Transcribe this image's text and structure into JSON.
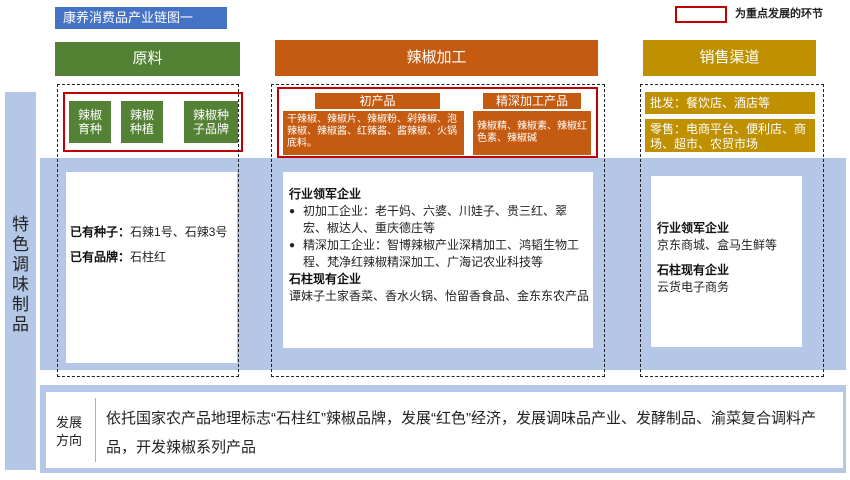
{
  "title": "康养消费品产业链图一",
  "legend": {
    "text": "为重点发展的环节"
  },
  "columns": {
    "raw": "原料",
    "processing": "辣椒加工",
    "sales": "销售渠道"
  },
  "side_label": [
    "特",
    "色",
    "调",
    "味",
    "制",
    "品"
  ],
  "raw_tiles": [
    {
      "line1": "辣椒",
      "line2": "育种"
    },
    {
      "line1": "辣椒",
      "line2": "种植"
    },
    {
      "line1": "辣椒种",
      "line2": "子品牌"
    }
  ],
  "processing_top": {
    "primary_label": "初产品",
    "primary_text": "干辣椒、辣椒片、辣椒粉、剁辣椒、泡辣椒、辣椒酱、红辣酱、酱辣椒、火锅底料。",
    "deep_label": "精深加工产品",
    "deep_text": "辣椒精、辣椒素、辣椒红色素、辣椒碱"
  },
  "sales_top": {
    "wholesale": "批发：餐饮店、酒店等",
    "retail": "零售：电商平台、便利店、商场、超市、农贸市场"
  },
  "raw_card": {
    "seeds_label": "已有种子：",
    "seeds_value": "石辣1号、石辣3号",
    "brand_label": "已有品牌：",
    "brand_value": "石柱红"
  },
  "processing_card": {
    "leaders_title": "行业领军企业",
    "items": [
      "初加工企业：老干妈、六婆、川娃子、贵三红、翠宏、椒达人、重庆德庄等",
      "精深加工企业：智博辣椒产业深精加工、鸿韬生物工程、梵净红辣椒精深加工、广海记农业科技等"
    ],
    "existing_title": "石柱现有企业",
    "existing_text": "谭妹子土家香菜、香水火锅、怡留香食品、金东东农产品"
  },
  "sales_card": {
    "leaders_title": "行业领军企业",
    "leaders_text": "京东商城、盒马生鲜等",
    "existing_title": "石柱现有企业",
    "existing_text": "云货电子商务"
  },
  "direction": {
    "label_line1": "发展",
    "label_line2": "方向",
    "text": "依托国家农产品地理标志“石柱红”辣椒品牌，发展“红色”经济，发展调味品产业、发酵制品、渝菜复合调料产品，开发辣椒系列产品"
  },
  "colors": {
    "title_blue": "#4472c4",
    "raw_green": "#548235",
    "processing_orange": "#c55a11",
    "sales_gold": "#bf9000",
    "band_blue": "#b4c7e7",
    "highlight_red": "#c00000"
  }
}
